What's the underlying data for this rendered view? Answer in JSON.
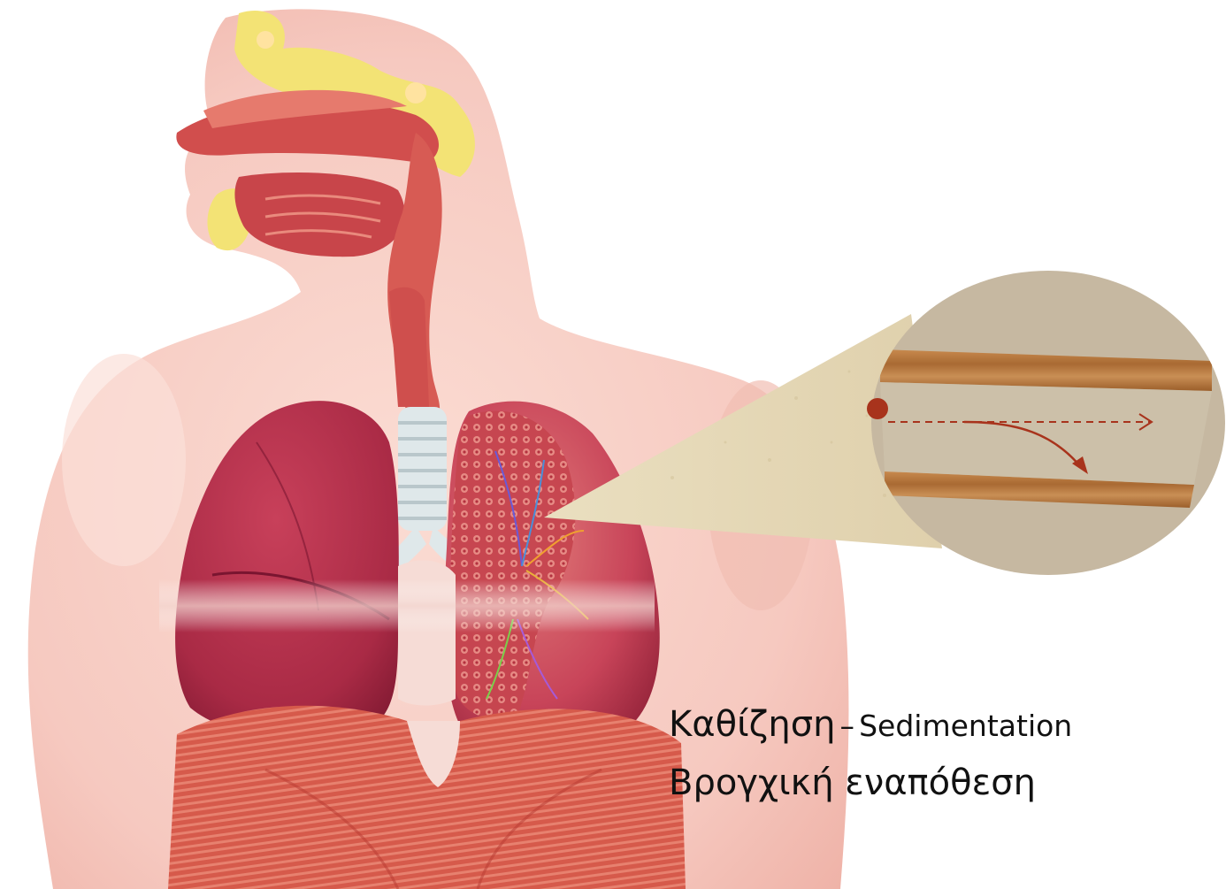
{
  "caption": {
    "term_greek": "Καθίζηση",
    "separator": "–",
    "term_english": "Sedimentation",
    "subtitle": "Βρογχική εναπόθεση"
  },
  "colors": {
    "skin": "#f6c9c0",
    "skin_shadow": "#e9a79c",
    "lung": "#b3324a",
    "lung_dark": "#8c1e35",
    "muscle": "#d9594a",
    "sinus": "#f1e06a",
    "trachea_ring": "#e8eef0",
    "zoom_cone": "#ece0c3",
    "zoom_circle": "#c7b9a2",
    "airway_wall": "#b9773f",
    "particle": "#a8331c"
  },
  "icons": {
    "particle": "dot",
    "straight_path": "dashed-arrow",
    "settling_path": "curved-arrow"
  }
}
